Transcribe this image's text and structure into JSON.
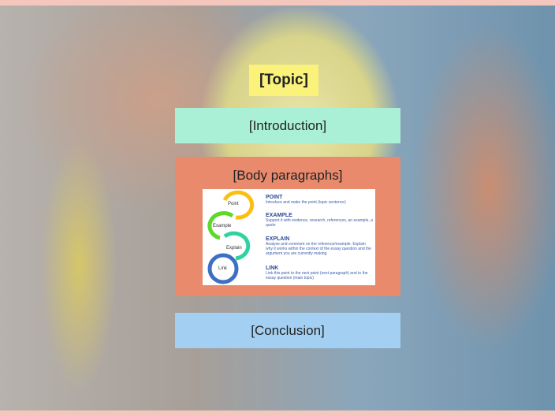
{
  "topic": "[Topic]",
  "introduction": "[Introduction]",
  "body": "[Body paragraphs]",
  "conclusion": "[Conclusion]",
  "peel": {
    "cycle": [
      "Point",
      "Example",
      "Explain",
      "Link"
    ],
    "items": [
      {
        "title": "POINT",
        "desc": "Introduce and make the point (topic sentence)"
      },
      {
        "title": "EXAMPLE",
        "desc": "Support it with evidence, research, references, an example, a quote"
      },
      {
        "title": "EXPLAIN",
        "desc": "Analyse and comment on the reference/example. Explain why it works within the context of the essay question and the argument you are currently making."
      },
      {
        "title": "LINK",
        "desc": "Link this point to the next point (next paragraph) and to the essay question (main topic)"
      }
    ],
    "colors": {
      "point": "#fbbf14",
      "example": "#5ed82a",
      "explain": "#2fd3a0",
      "link": "#3d6fc4"
    }
  }
}
